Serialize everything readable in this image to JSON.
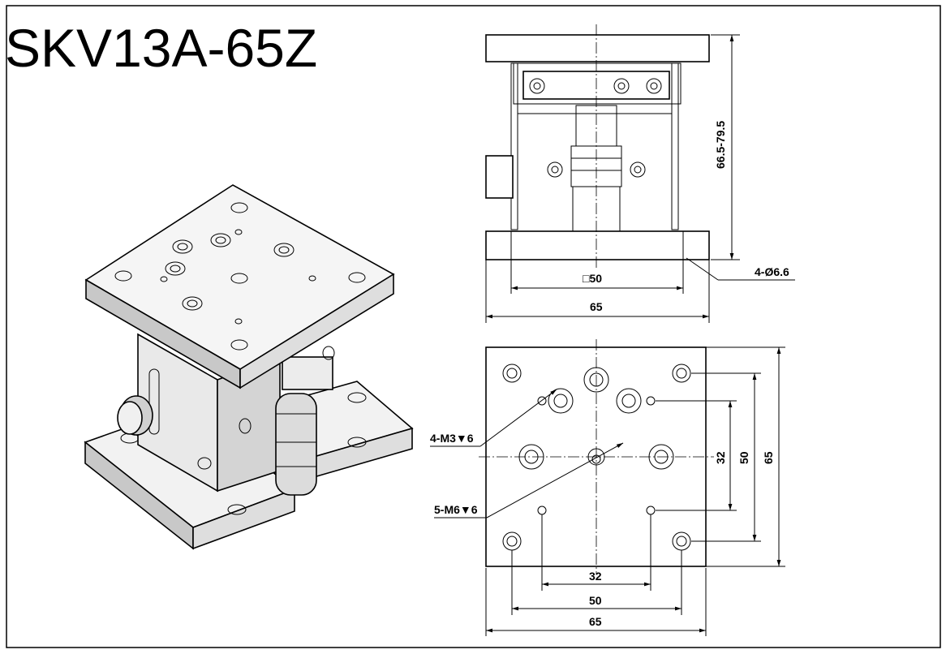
{
  "title": "SKV13A-65Z",
  "dimensions": {
    "height_range": "66.5-79.5",
    "mount_holes": "4-Ø6.6",
    "square_pitch": "□50",
    "base_width": "65",
    "side_32": "32",
    "side_50": "50",
    "side_65": "65",
    "bottom_32": "32",
    "bottom_50": "50",
    "bottom_65": "65"
  },
  "callouts": {
    "m3": "4-M3▼6",
    "m6": "5-M6▼6"
  },
  "colors": {
    "line": "#000000",
    "face_light": "#f2f2f2",
    "face_mid": "#d9d9d9",
    "face_dark": "#b5b5b5",
    "background": "#ffffff"
  }
}
